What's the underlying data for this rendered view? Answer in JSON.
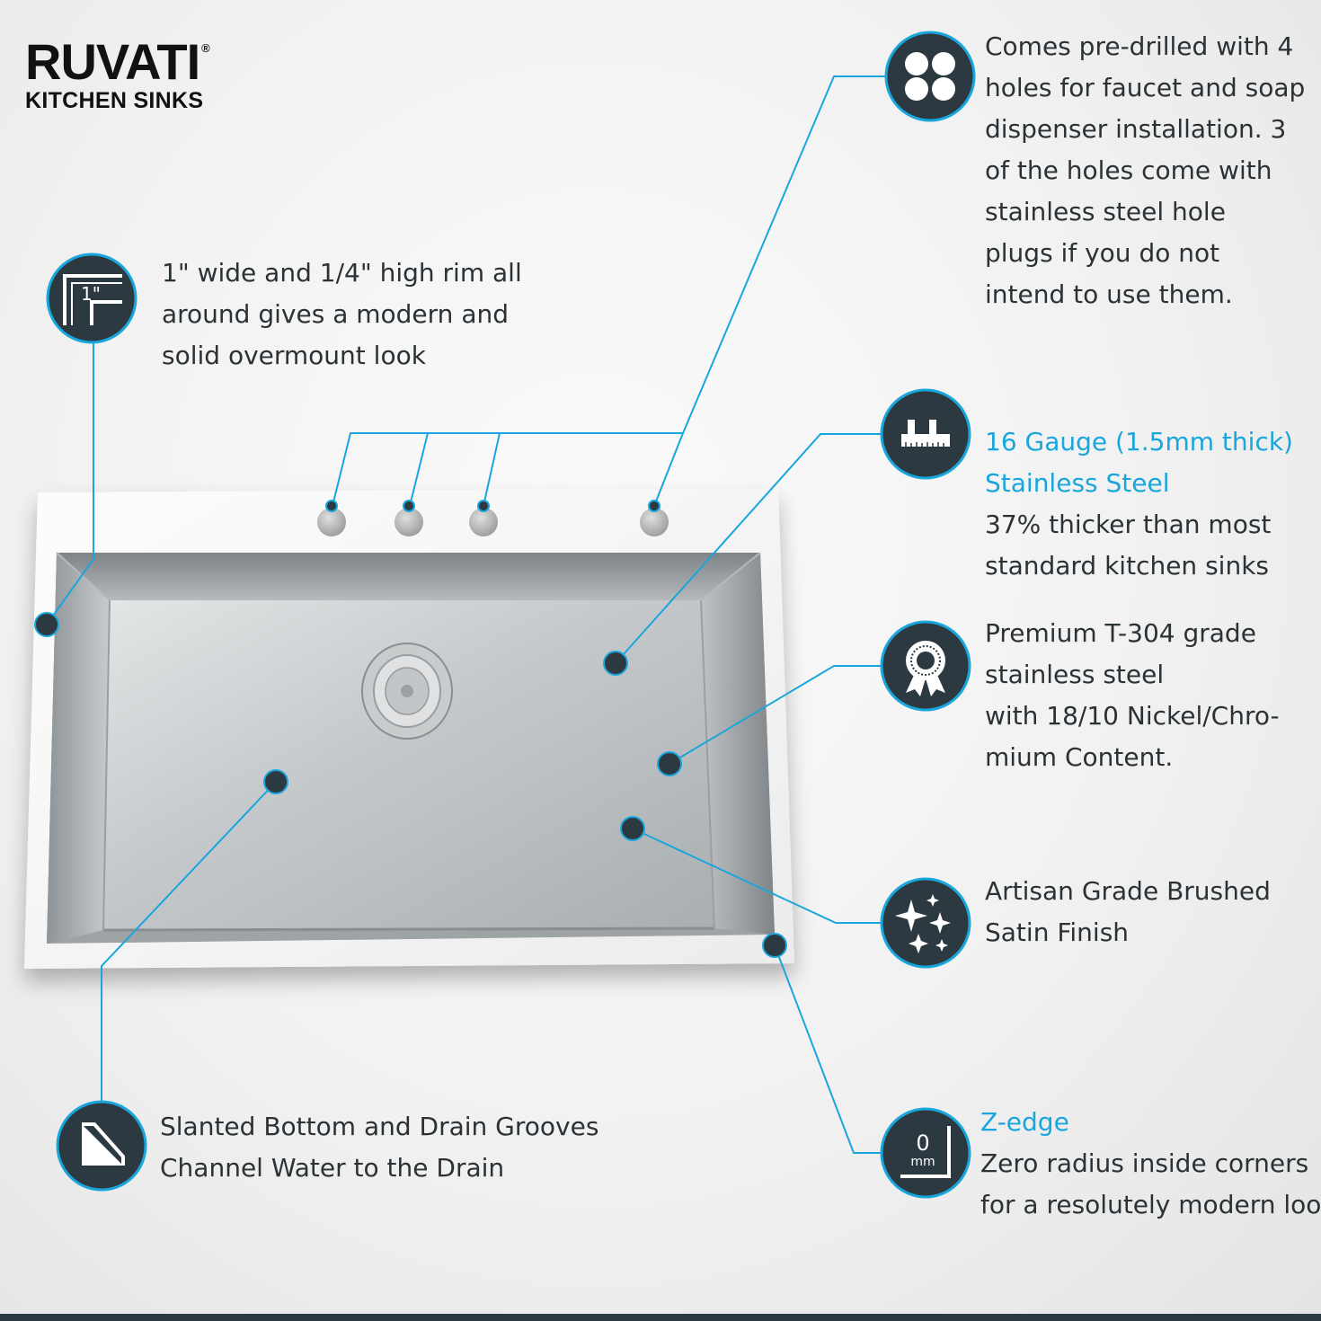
{
  "brand": {
    "name": "RUVATI",
    "registered": "®",
    "subtitle": "KITCHEN SINKS"
  },
  "colors": {
    "accent": "#19a6dd",
    "badge": "#2d3940",
    "text": "#2b3236"
  },
  "features": {
    "holes": {
      "icon": "four-holes-icon",
      "text": "Comes pre-drilled with 4\nholes for faucet and soap\ndispenser installation. 3\nof the holes come with\nstainless steel hole\nplugs if you do not\nintend to use them."
    },
    "rim": {
      "icon": "rim-profile-icon",
      "icon_label": "1\"",
      "text": "1\" wide and 1/4\" high rim all\naround gives a modern and\nsolid overmount look"
    },
    "gauge": {
      "icon": "caliper-icon",
      "heading": "16 Gauge (1.5mm thick)\nStainless Steel",
      "text": "37% thicker than most\nstandard kitchen sinks"
    },
    "grade": {
      "icon": "award-ribbon-icon",
      "text": "Premium T-304 grade\nstainless steel\nwith 18/10 Nickel/Chro-\nmium Content."
    },
    "finish": {
      "icon": "sparkle-icon",
      "text": "Artisan Grade Brushed\nSatin Finish"
    },
    "slant": {
      "icon": "slanted-bottom-icon",
      "text": "Slanted Bottom and Drain Grooves\nChannel Water to the Drain"
    },
    "zedge": {
      "icon": "zero-radius-corner-icon",
      "icon_value": "0",
      "icon_unit": "mm",
      "heading": "Z-edge",
      "text": "Zero radius inside corners\nfor a resolutely modern look"
    }
  }
}
